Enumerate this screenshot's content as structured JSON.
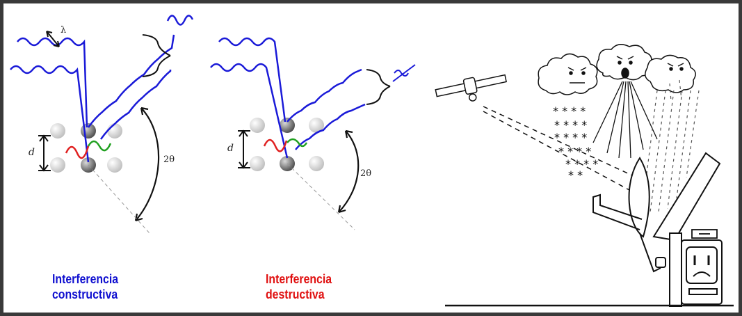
{
  "diagrams": {
    "constructive": {
      "caption_line1": "Interferencia",
      "caption_line2": "constructiva",
      "caption_color": "#1010d0",
      "lambda_label": "λ",
      "d_label": "d",
      "angle_label": "2θ"
    },
    "destructive": {
      "caption_line1": "Interferencia",
      "caption_line2": "destructiva",
      "caption_color": "#e01010",
      "d_label": "d",
      "angle_label": "2θ"
    }
  },
  "colors": {
    "wave": "#1a1ad8",
    "path_red": "#e02020",
    "path_green": "#20a020",
    "ink": "#111111"
  },
  "icons": [
    "satellite-icon",
    "storm-cloud-icon",
    "snow-icon",
    "rain-icon",
    "satellite-dish-icon",
    "tv-sad-face-icon",
    "decoder-box-icon"
  ]
}
